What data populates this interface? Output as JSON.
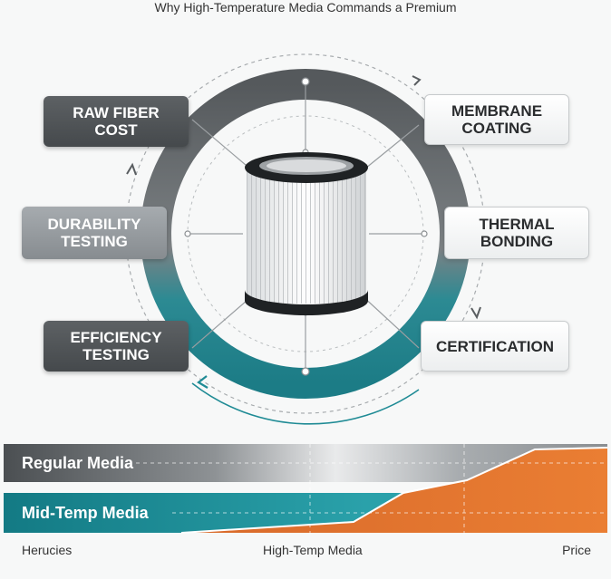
{
  "title": "Why High-Temperature Media Commands a Premium",
  "cost_factors": [
    {
      "label": "RAW FIBER\nCOST"
    },
    {
      "label": "MEMBRANE\nCOATING"
    },
    {
      "label": "DURABILITY\nTESTING"
    },
    {
      "label": "THERMAL\nBONDING"
    },
    {
      "label": "EFFICIENCY\nTESTING"
    },
    {
      "label": "CERTIFICATION"
    }
  ],
  "center_image": {
    "icon": "cylindrical-filter-cartridge-icon"
  },
  "comparison": {
    "rows": [
      {
        "label": "Regular Media"
      },
      {
        "label": "Mid-Temp Media"
      }
    ],
    "trend_line_shows": "rising price"
  },
  "axis": {
    "left": "Herucies",
    "middle": "High-Temp Media",
    "right": "Price"
  },
  "colors": {
    "dark_box": "#4e5255",
    "gray_box": "#979ca0",
    "teal": "#1f8b95",
    "orange": "#e0742e",
    "ring_gray": "#6a6e71"
  }
}
